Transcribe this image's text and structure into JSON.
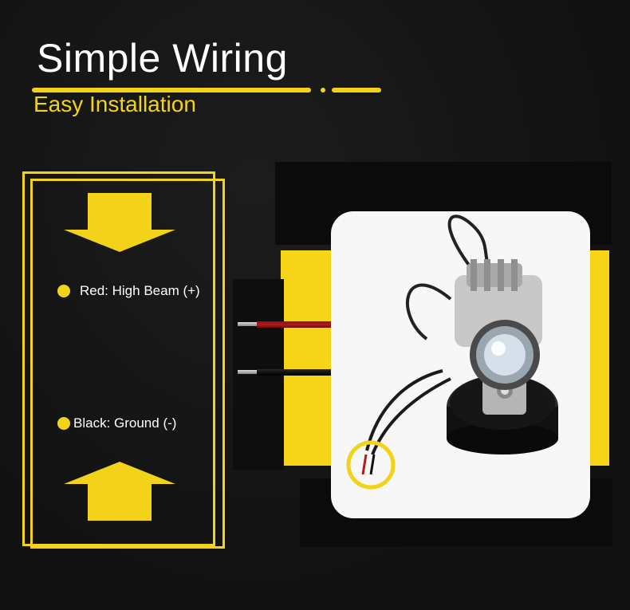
{
  "header": {
    "title": "Simple Wiring",
    "subtitle": "Easy Installation"
  },
  "legend": {
    "red_label": "Red: High Beam (+)",
    "black_label": "Black: Ground (-)"
  },
  "icons": {
    "top_arrow": "arrow-down-icon",
    "bottom_arrow": "arrow-up-icon",
    "bullet": "bullet-dot-icon"
  },
  "colors": {
    "background": "#141414",
    "accent": "#f3d31a",
    "title": "#ffffff",
    "red_wire": "#b31a1a",
    "black_wire": "#111111"
  }
}
